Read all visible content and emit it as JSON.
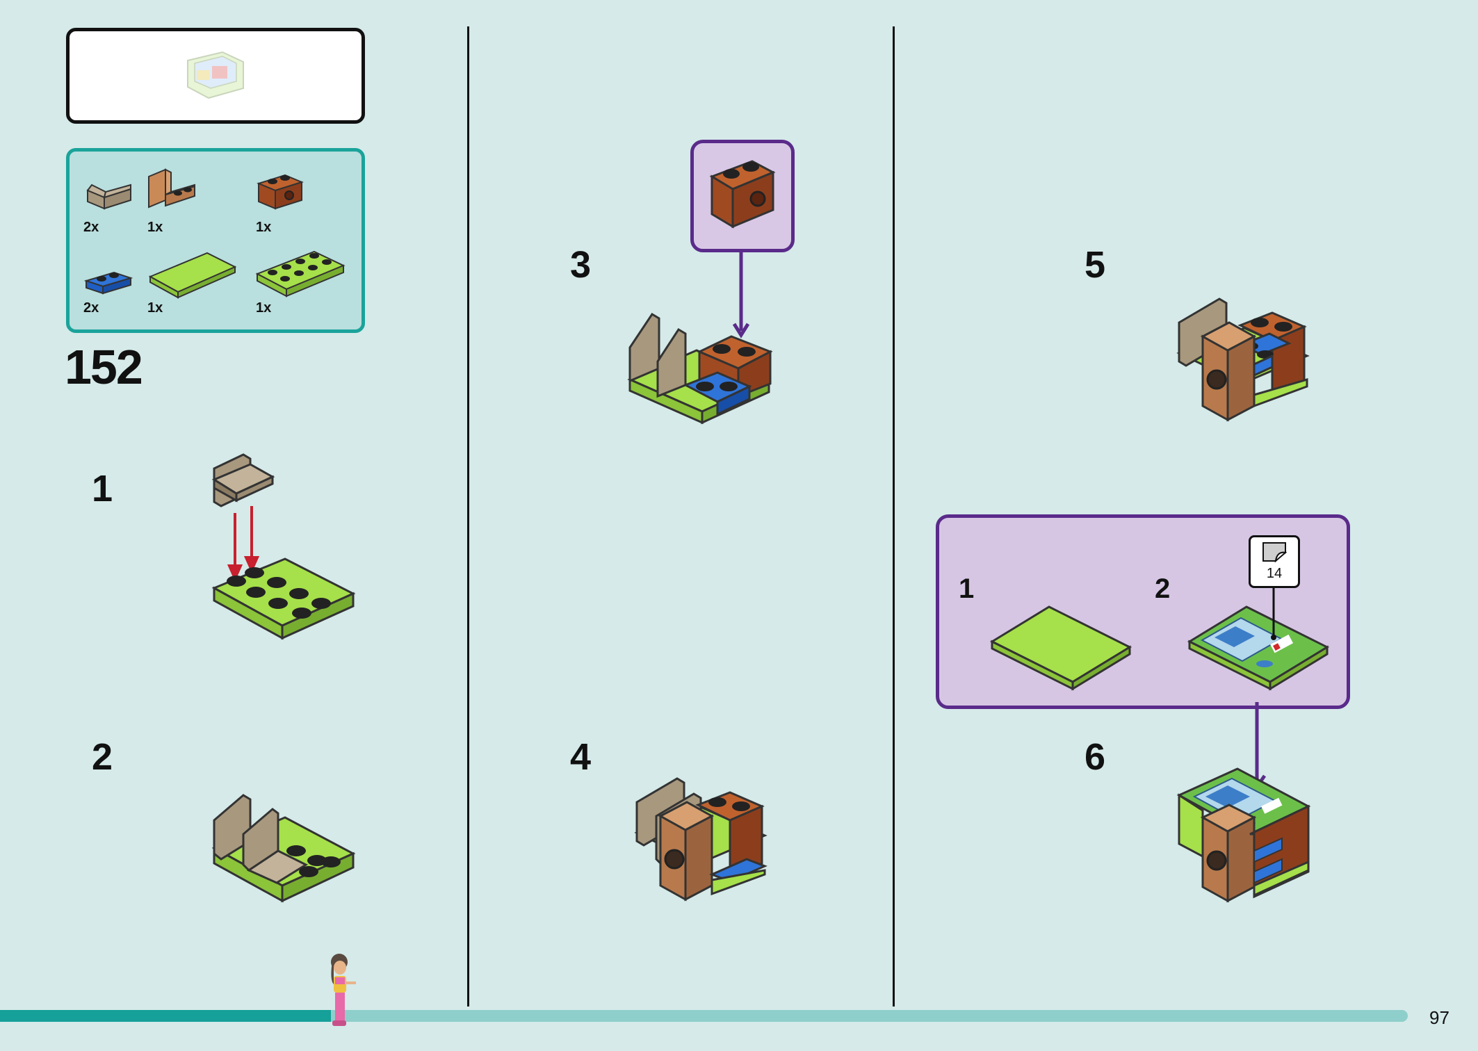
{
  "page": {
    "folio": "97",
    "progress_fraction": 0.235
  },
  "submodel_box": {
    "thumbnail": "finished-model-thumbnail"
  },
  "parts_list": {
    "items": [
      {
        "qty": "2x",
        "part": "tan-bracket-1x2"
      },
      {
        "qty": "1x",
        "part": "medium-nougat-bracket-1x2"
      },
      {
        "qty": "1x",
        "part": "reddish-brown-brick-1x2-with-hole"
      },
      {
        "qty": "2x",
        "part": "blue-plate-1x2"
      },
      {
        "qty": "1x",
        "part": "lime-tile-2x4"
      },
      {
        "qty": "1x",
        "part": "lime-plate-2x4"
      }
    ]
  },
  "build": {
    "page_number": "152",
    "steps": [
      {
        "number": "1"
      },
      {
        "number": "2"
      },
      {
        "number": "3"
      },
      {
        "number": "4"
      },
      {
        "number": "5"
      },
      {
        "number": "6",
        "substeps": [
          {
            "number": "1"
          },
          {
            "number": "2"
          }
        ],
        "sticker": "14"
      }
    ]
  },
  "colors": {
    "background": "#d5eae9",
    "teal_accent": "#15a099",
    "callout_purple": "#5a2b8a",
    "arrow_red": "#c8202e",
    "lime": "#a6e04a",
    "tan": "#a8987e",
    "reddish_brown": "#a04a22",
    "blue": "#1f5fc4"
  }
}
